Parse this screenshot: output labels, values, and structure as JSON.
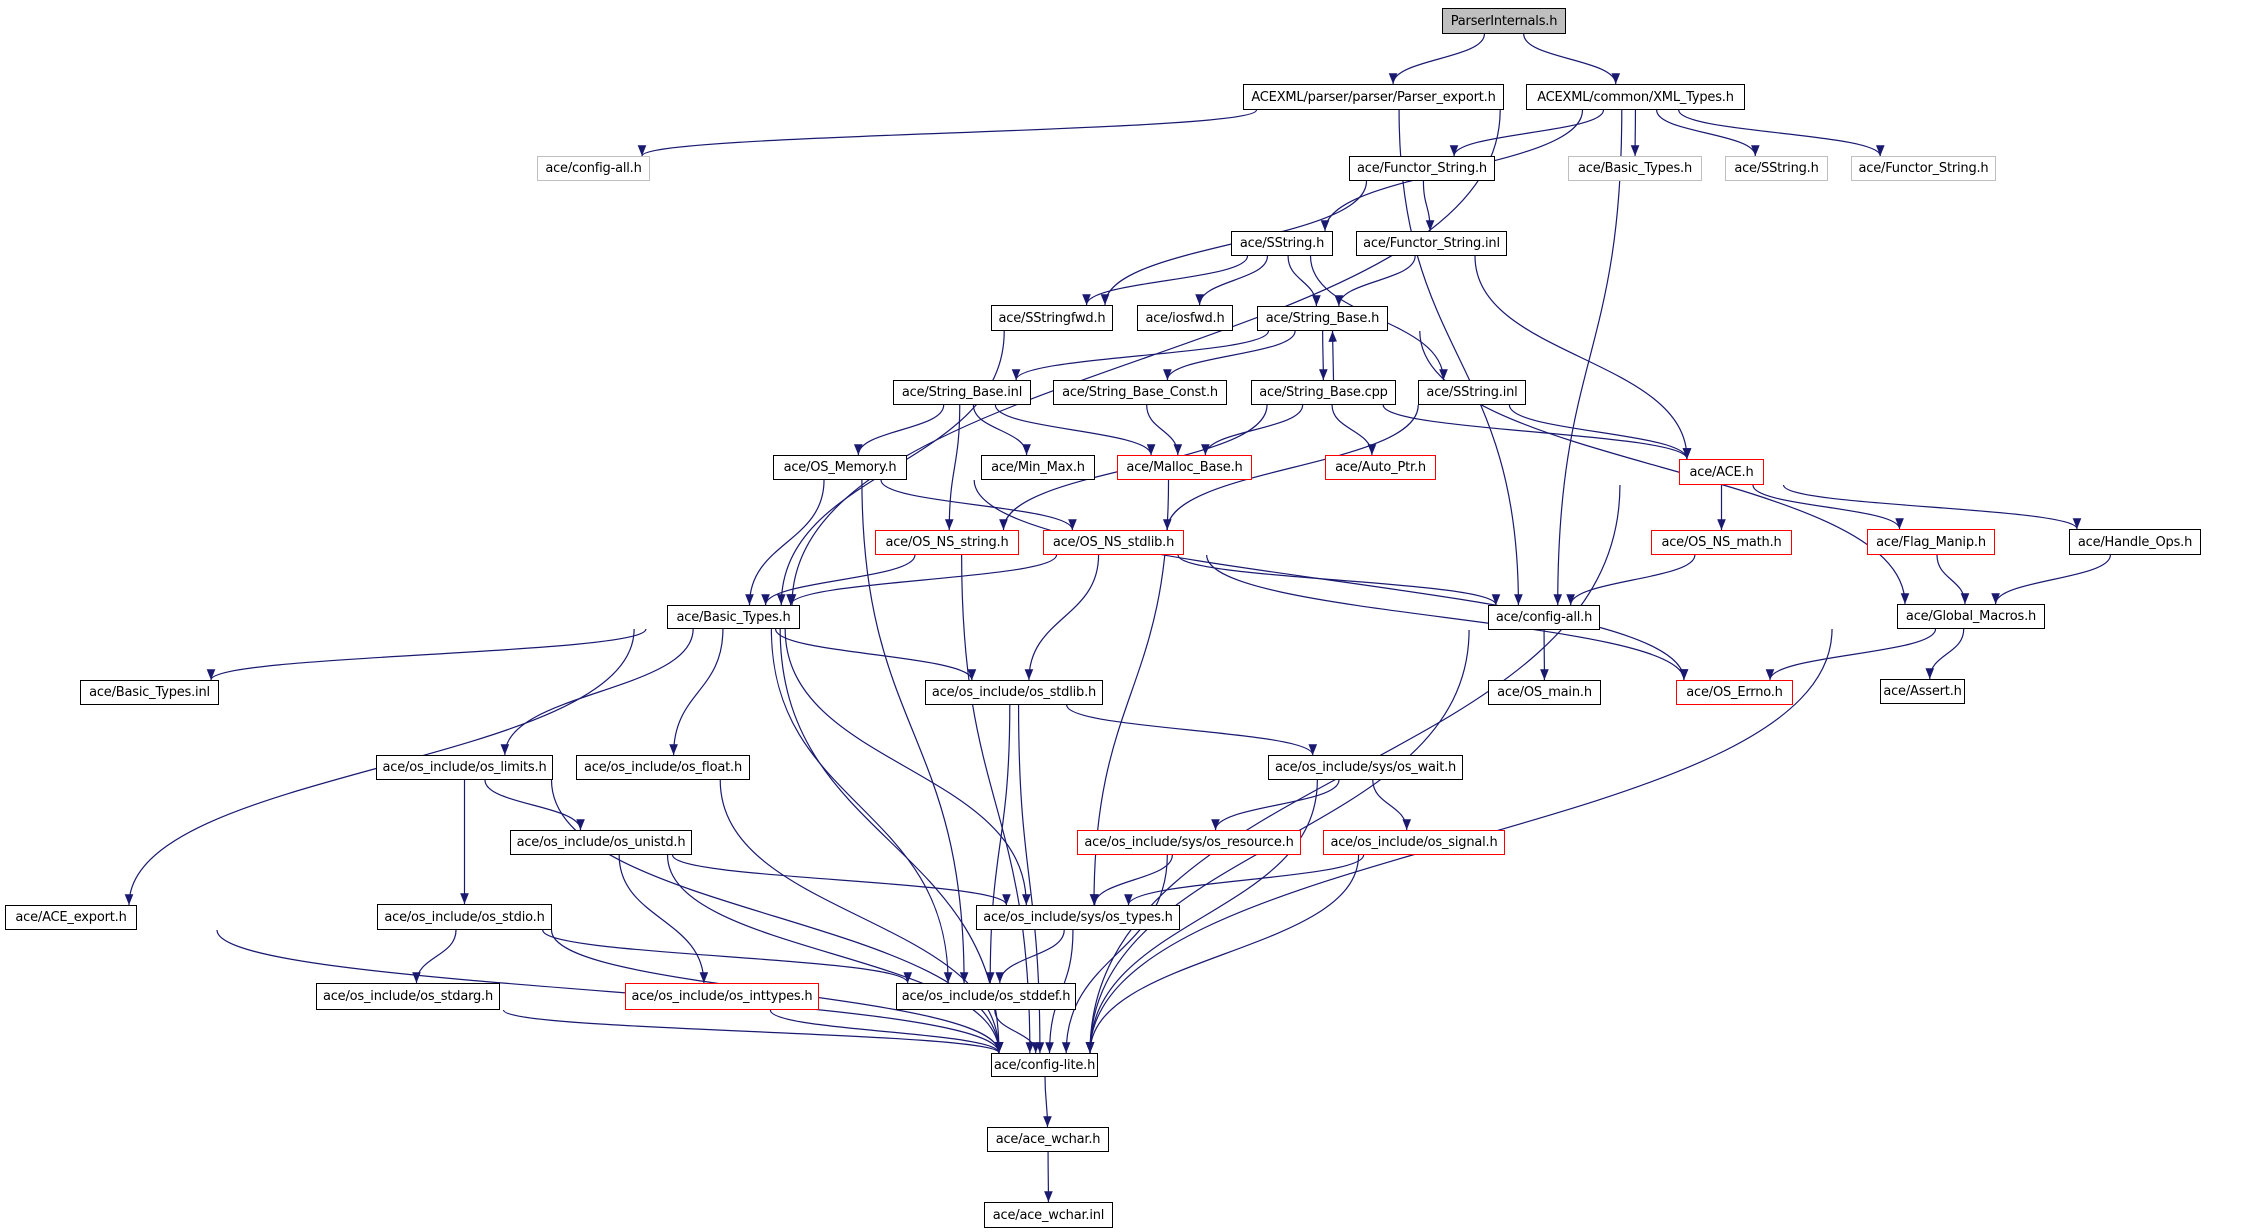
{
  "title": "ParserInternals.h",
  "colors": {
    "edge": "#191970",
    "red_border": "#ff0000",
    "gray_border": "#bfbfbf",
    "root_fill": "#bfbfbf"
  },
  "nodes": [
    {
      "id": "root",
      "label": "ParserInternals.h",
      "style": "root"
    },
    {
      "id": "parser_export",
      "label": "ACEXML/parser/parser/Parser_export.h",
      "style": "normal"
    },
    {
      "id": "xml_types",
      "label": "ACEXML/common/XML_Types.h",
      "style": "normal"
    },
    {
      "id": "config_all_gray",
      "label": "ace/config-all.h",
      "style": "gray"
    },
    {
      "id": "functor_string_h",
      "label": "ace/Functor_String.h",
      "style": "normal"
    },
    {
      "id": "basic_types_gray",
      "label": "ace/Basic_Types.h",
      "style": "gray"
    },
    {
      "id": "sstring_gray",
      "label": "ace/SString.h",
      "style": "gray"
    },
    {
      "id": "functor_string_gray",
      "label": "ace/Functor_String.h",
      "style": "gray"
    },
    {
      "id": "sstring_h",
      "label": "ace/SString.h",
      "style": "normal"
    },
    {
      "id": "functor_string_inl",
      "label": "ace/Functor_String.inl",
      "style": "normal"
    },
    {
      "id": "sstringfwd",
      "label": "ace/SStringfwd.h",
      "style": "normal"
    },
    {
      "id": "iosfwd",
      "label": "ace/iosfwd.h",
      "style": "normal"
    },
    {
      "id": "string_base_h",
      "label": "ace/String_Base.h",
      "style": "normal"
    },
    {
      "id": "string_base_inl",
      "label": "ace/String_Base.inl",
      "style": "normal"
    },
    {
      "id": "string_base_const",
      "label": "ace/String_Base_Const.h",
      "style": "normal"
    },
    {
      "id": "string_base_cpp",
      "label": "ace/String_Base.cpp",
      "style": "normal"
    },
    {
      "id": "sstring_inl",
      "label": "ace/SString.inl",
      "style": "normal"
    },
    {
      "id": "os_memory",
      "label": "ace/OS_Memory.h",
      "style": "normal"
    },
    {
      "id": "min_max",
      "label": "ace/Min_Max.h",
      "style": "normal"
    },
    {
      "id": "malloc_base",
      "label": "ace/Malloc_Base.h",
      "style": "red"
    },
    {
      "id": "auto_ptr",
      "label": "ace/Auto_Ptr.h",
      "style": "red"
    },
    {
      "id": "ace_h",
      "label": "ace/ACE.h",
      "style": "red"
    },
    {
      "id": "os_ns_string",
      "label": "ace/OS_NS_string.h",
      "style": "red"
    },
    {
      "id": "os_ns_stdlib",
      "label": "ace/OS_NS_stdlib.h",
      "style": "red"
    },
    {
      "id": "os_ns_math",
      "label": "ace/OS_NS_math.h",
      "style": "red"
    },
    {
      "id": "flag_manip",
      "label": "ace/Flag_Manip.h",
      "style": "red"
    },
    {
      "id": "handle_ops",
      "label": "ace/Handle_Ops.h",
      "style": "normal"
    },
    {
      "id": "basic_types_h",
      "label": "ace/Basic_Types.h",
      "style": "normal"
    },
    {
      "id": "config_all_h",
      "label": "ace/config-all.h",
      "style": "normal"
    },
    {
      "id": "global_macros",
      "label": "ace/Global_Macros.h",
      "style": "normal"
    },
    {
      "id": "basic_types_inl",
      "label": "ace/Basic_Types.inl",
      "style": "normal"
    },
    {
      "id": "os_stdlib",
      "label": "ace/os_include/os_stdlib.h",
      "style": "normal"
    },
    {
      "id": "os_main",
      "label": "ace/OS_main.h",
      "style": "normal"
    },
    {
      "id": "os_errno",
      "label": "ace/OS_Errno.h",
      "style": "red"
    },
    {
      "id": "assert_h",
      "label": "ace/Assert.h",
      "style": "normal"
    },
    {
      "id": "os_limits",
      "label": "ace/os_include/os_limits.h",
      "style": "normal"
    },
    {
      "id": "os_float",
      "label": "ace/os_include/os_float.h",
      "style": "normal"
    },
    {
      "id": "os_wait",
      "label": "ace/os_include/sys/os_wait.h",
      "style": "normal"
    },
    {
      "id": "os_unistd",
      "label": "ace/os_include/os_unistd.h",
      "style": "normal"
    },
    {
      "id": "os_resource",
      "label": "ace/os_include/sys/os_resource.h",
      "style": "red"
    },
    {
      "id": "os_signal",
      "label": "ace/os_include/os_signal.h",
      "style": "red"
    },
    {
      "id": "ace_export",
      "label": "ace/ACE_export.h",
      "style": "normal"
    },
    {
      "id": "os_stdio",
      "label": "ace/os_include/os_stdio.h",
      "style": "normal"
    },
    {
      "id": "os_types",
      "label": "ace/os_include/sys/os_types.h",
      "style": "normal"
    },
    {
      "id": "os_stdarg",
      "label": "ace/os_include/os_stdarg.h",
      "style": "normal"
    },
    {
      "id": "os_inttypes",
      "label": "ace/os_include/os_inttypes.h",
      "style": "red"
    },
    {
      "id": "os_stddef",
      "label": "ace/os_include/os_stddef.h",
      "style": "normal"
    },
    {
      "id": "config_lite",
      "label": "ace/config-lite.h",
      "style": "normal"
    },
    {
      "id": "ace_wchar_h",
      "label": "ace/ace_wchar.h",
      "style": "normal"
    },
    {
      "id": "ace_wchar_inl",
      "label": "ace/ace_wchar.inl",
      "style": "normal"
    }
  ],
  "edges": [
    [
      "root",
      "parser_export"
    ],
    [
      "root",
      "xml_types"
    ],
    [
      "parser_export",
      "config_all_gray"
    ],
    [
      "parser_export",
      "config_all_h"
    ],
    [
      "xml_types",
      "functor_string_h"
    ],
    [
      "xml_types",
      "basic_types_gray"
    ],
    [
      "xml_types",
      "sstring_gray"
    ],
    [
      "xml_types",
      "functor_string_gray"
    ],
    [
      "xml_types",
      "sstring_h"
    ],
    [
      "xml_types",
      "basic_types_h"
    ],
    [
      "xml_types",
      "config_all_h"
    ],
    [
      "functor_string_h",
      "functor_string_inl"
    ],
    [
      "functor_string_h",
      "sstringfwd"
    ],
    [
      "sstring_h",
      "sstringfwd"
    ],
    [
      "sstring_h",
      "iosfwd"
    ],
    [
      "sstring_h",
      "string_base_h"
    ],
    [
      "sstring_h",
      "sstring_inl"
    ],
    [
      "functor_string_inl",
      "string_base_h"
    ],
    [
      "functor_string_inl",
      "ace_h"
    ],
    [
      "sstringfwd",
      "basic_types_h"
    ],
    [
      "string_base_h",
      "string_base_inl"
    ],
    [
      "string_base_h",
      "string_base_const"
    ],
    [
      "string_base_h",
      "string_base_cpp"
    ],
    [
      "string_base_h",
      "global_macros"
    ],
    [
      "string_base_cpp",
      "string_base_h"
    ],
    [
      "string_base_cpp",
      "malloc_base"
    ],
    [
      "string_base_cpp",
      "auto_ptr"
    ],
    [
      "string_base_cpp",
      "ace_h"
    ],
    [
      "string_base_cpp",
      "os_ns_string"
    ],
    [
      "string_base_inl",
      "os_memory"
    ],
    [
      "string_base_inl",
      "min_max"
    ],
    [
      "string_base_inl",
      "malloc_base"
    ],
    [
      "string_base_inl",
      "os_ns_string"
    ],
    [
      "string_base_const",
      "malloc_base"
    ],
    [
      "sstring_inl",
      "ace_h"
    ],
    [
      "sstring_inl",
      "os_ns_stdlib"
    ],
    [
      "os_memory",
      "os_ns_stdlib"
    ],
    [
      "os_memory",
      "basic_types_h"
    ],
    [
      "os_memory",
      "os_errno"
    ],
    [
      "os_memory",
      "os_stddef"
    ],
    [
      "malloc_base",
      "os_types"
    ],
    [
      "ace_h",
      "os_ns_math"
    ],
    [
      "ace_h",
      "flag_manip"
    ],
    [
      "ace_h",
      "handle_ops"
    ],
    [
      "ace_h",
      "config_lite"
    ],
    [
      "os_ns_string",
      "basic_types_h"
    ],
    [
      "os_ns_string",
      "config_lite"
    ],
    [
      "os_ns_stdlib",
      "basic_types_h"
    ],
    [
      "os_ns_stdlib",
      "config_all_h"
    ],
    [
      "os_ns_stdlib",
      "os_stdlib"
    ],
    [
      "os_ns_stdlib",
      "os_errno"
    ],
    [
      "os_ns_math",
      "config_all_h"
    ],
    [
      "flag_manip",
      "global_macros"
    ],
    [
      "handle_ops",
      "global_macros"
    ],
    [
      "config_all_h",
      "os_main"
    ],
    [
      "config_all_h",
      "config_lite"
    ],
    [
      "global_macros",
      "os_errno"
    ],
    [
      "global_macros",
      "assert_h"
    ],
    [
      "global_macros",
      "config_lite"
    ],
    [
      "basic_types_h",
      "basic_types_inl"
    ],
    [
      "basic_types_h",
      "ace_export"
    ],
    [
      "basic_types_h",
      "os_limits"
    ],
    [
      "basic_types_h",
      "os_float"
    ],
    [
      "basic_types_h",
      "os_stdlib"
    ],
    [
      "basic_types_h",
      "os_types"
    ],
    [
      "basic_types_h",
      "os_stddef"
    ],
    [
      "basic_types_h",
      "config_lite"
    ],
    [
      "os_stdlib",
      "os_wait"
    ],
    [
      "os_stdlib",
      "os_stddef"
    ],
    [
      "os_stdlib",
      "config_lite"
    ],
    [
      "os_limits",
      "os_unistd"
    ],
    [
      "os_limits",
      "os_stdio"
    ],
    [
      "os_limits",
      "config_lite"
    ],
    [
      "os_float",
      "config_lite"
    ],
    [
      "os_wait",
      "os_resource"
    ],
    [
      "os_wait",
      "os_signal"
    ],
    [
      "os_wait",
      "config_lite"
    ],
    [
      "os_unistd",
      "os_types"
    ],
    [
      "os_unistd",
      "os_inttypes"
    ],
    [
      "os_unistd",
      "config_lite"
    ],
    [
      "os_resource",
      "os_types"
    ],
    [
      "os_resource",
      "config_lite"
    ],
    [
      "os_signal",
      "os_types"
    ],
    [
      "os_signal",
      "config_lite"
    ],
    [
      "ace_export",
      "config_lite"
    ],
    [
      "os_stdio",
      "os_stdarg"
    ],
    [
      "os_stdio",
      "os_stddef"
    ],
    [
      "os_stdio",
      "config_lite"
    ],
    [
      "os_types",
      "os_stddef"
    ],
    [
      "os_types",
      "config_lite"
    ],
    [
      "os_stdarg",
      "config_lite"
    ],
    [
      "os_inttypes",
      "config_lite"
    ],
    [
      "os_stddef",
      "config_lite"
    ],
    [
      "config_lite",
      "ace_wchar_h"
    ],
    [
      "ace_wchar_h",
      "ace_wchar_inl"
    ]
  ]
}
